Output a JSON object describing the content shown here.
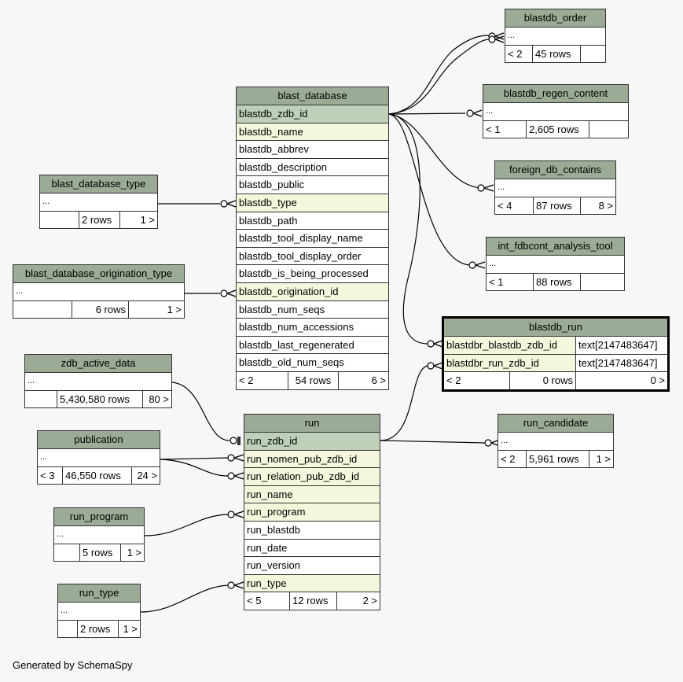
{
  "footer": "Generated by SchemaSpy",
  "colors": {
    "background": "#f7f7f7",
    "header": "#9bab96",
    "primary_key": "#bed1b8",
    "foreign_key": "#f4f7dc",
    "border": "#333333"
  },
  "tables": {
    "blastdb_order": {
      "name": "blastdb_order",
      "columns": [
        "..."
      ],
      "parents": "< 2",
      "rows": "45 rows",
      "children": ""
    },
    "blastdb_regen_content": {
      "name": "blastdb_regen_content",
      "columns": [
        "..."
      ],
      "parents": "< 1",
      "rows": "2,605 rows",
      "children": ""
    },
    "foreign_db_contains": {
      "name": "foreign_db_contains",
      "columns": [
        "..."
      ],
      "parents": "< 4",
      "rows": "87 rows",
      "children": "8 >"
    },
    "int_fdbcont_analysis_tool": {
      "name": "int_fdbcont_analysis_tool",
      "columns": [
        "..."
      ],
      "parents": "< 1",
      "rows": "88 rows",
      "children": ""
    },
    "blastdb_run": {
      "name": "blastdb_run",
      "columns": [
        {
          "name": "blastdbr_blastdb_zdb_id",
          "type": "text[2147483647]"
        },
        {
          "name": "blastdbr_run_zdb_id",
          "type": "text[2147483647]"
        }
      ],
      "parents": "< 2",
      "rows": "0 rows",
      "children": "0 >"
    },
    "blast_database": {
      "name": "blast_database",
      "columns": [
        "blastdb_zdb_id",
        "blastdb_name",
        "blastdb_abbrev",
        "blastdb_description",
        "blastdb_public",
        "blastdb_type",
        "blastdb_path",
        "blastdb_tool_display_name",
        "blastdb_tool_display_order",
        "blastdb_is_being_processed",
        "blastdb_origination_id",
        "blastdb_num_seqs",
        "blastdb_num_accessions",
        "blastdb_last_regenerated",
        "blastdb_old_num_seqs"
      ],
      "parents": "< 2",
      "rows": "54 rows",
      "children": "6 >"
    },
    "blast_database_type": {
      "name": "blast_database_type",
      "columns": [
        "..."
      ],
      "parents": "",
      "rows": "2 rows",
      "children": "1 >"
    },
    "blast_database_origination_type": {
      "name": "blast_database_origination_type",
      "columns": [
        "..."
      ],
      "parents": "",
      "rows": "6 rows",
      "children": "1 >"
    },
    "zdb_active_data": {
      "name": "zdb_active_data",
      "columns": [
        "..."
      ],
      "parents": "",
      "rows": "5,430,580 rows",
      "children": "80 >"
    },
    "publication": {
      "name": "publication",
      "columns": [
        "..."
      ],
      "parents": "< 3",
      "rows": "46,550 rows",
      "children": "24 >"
    },
    "run": {
      "name": "run",
      "columns": [
        "run_zdb_id",
        "run_nomen_pub_zdb_id",
        "run_relation_pub_zdb_id",
        "run_name",
        "run_program",
        "run_blastdb",
        "run_date",
        "run_version",
        "run_type"
      ],
      "parents": "< 5",
      "rows": "12 rows",
      "children": "2 >"
    },
    "run_candidate": {
      "name": "run_candidate",
      "columns": [
        "..."
      ],
      "parents": "< 2",
      "rows": "5,961 rows",
      "children": "1 >"
    },
    "run_program": {
      "name": "run_program",
      "columns": [
        "..."
      ],
      "parents": "",
      "rows": "5 rows",
      "children": "1 >"
    },
    "run_type": {
      "name": "run_type",
      "columns": [
        "..."
      ],
      "parents": "",
      "rows": "2 rows",
      "children": "1 >"
    }
  },
  "relationships": [
    {
      "from": "blast_database.blastdb_zdb_id",
      "to": "blastdb_order"
    },
    {
      "from": "blast_database.blastdb_zdb_id",
      "to": "blastdb_order"
    },
    {
      "from": "blast_database.blastdb_zdb_id",
      "to": "blastdb_regen_content"
    },
    {
      "from": "blast_database.blastdb_zdb_id",
      "to": "foreign_db_contains"
    },
    {
      "from": "blast_database.blastdb_zdb_id",
      "to": "int_fdbcont_analysis_tool"
    },
    {
      "from": "blast_database.blastdb_zdb_id",
      "to": "blastdb_run.blastdbr_blastdb_zdb_id"
    },
    {
      "from": "blast_database_type",
      "to": "blast_database.blastdb_type"
    },
    {
      "from": "blast_database_origination_type",
      "to": "blast_database.blastdb_origination_id"
    },
    {
      "from": "zdb_active_data",
      "to": "run.run_zdb_id"
    },
    {
      "from": "publication",
      "to": "run.run_nomen_pub_zdb_id"
    },
    {
      "from": "publication",
      "to": "run.run_relation_pub_zdb_id"
    },
    {
      "from": "run_program",
      "to": "run.run_program"
    },
    {
      "from": "run_type",
      "to": "run.run_type"
    },
    {
      "from": "run.run_zdb_id",
      "to": "blastdb_run.blastdbr_run_zdb_id"
    },
    {
      "from": "run.run_zdb_id",
      "to": "run_candidate"
    }
  ]
}
